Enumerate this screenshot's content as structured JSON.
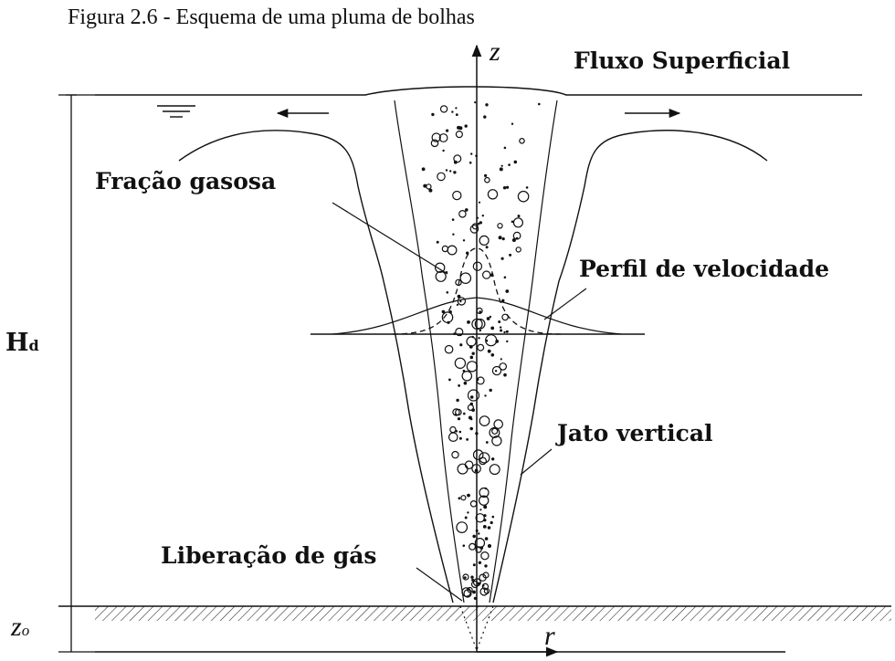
{
  "caption": "Figura 2.6 - Esquema de uma pluma de bolhas",
  "axes": {
    "z_label": "z",
    "r_label": "r"
  },
  "labels": {
    "surface_flow": "Fluxo Superficial",
    "gas_fraction": "Fração gasosa",
    "velocity_profile": "Perfil de velocidade",
    "vertical_jet": "Jato vertical",
    "gas_release": "Liberação de gás"
  },
  "depth": {
    "symbol": "H",
    "subscript": "d"
  },
  "offset": {
    "symbol": "z",
    "subscript": "o"
  },
  "colors": {
    "ink": "#111111",
    "background": "#ffffff"
  }
}
